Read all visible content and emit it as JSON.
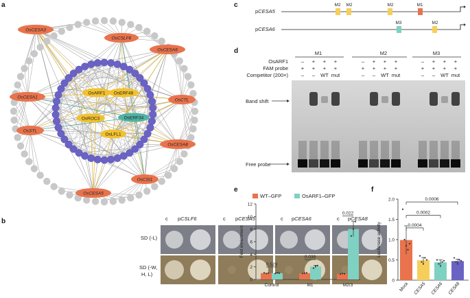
{
  "panels": {
    "a": "a",
    "b": "b",
    "c": "c",
    "d": "d",
    "e": "e",
    "f": "f"
  },
  "network": {
    "outer_genes": [
      "OsCESA3",
      "OsCSLF6",
      "OsCESA6",
      "OsCESA1",
      "OsCTL",
      "OsSTL",
      "OsCESA8",
      "OsCSI1",
      "OsCESA5"
    ],
    "inner_tfs": [
      "OsARF1",
      "OsERF48",
      "OsROC3",
      "OsERF34",
      "OsLFL1"
    ],
    "colors": {
      "gene": "#e8734d",
      "tf_yellow": "#f2c12e",
      "tf_teal": "#4fb3a5",
      "ring": "#6a63c4",
      "outer": "#c8c8c8"
    }
  },
  "panel_b": {
    "groups": [
      {
        "c": "c",
        "p": "p",
        "gene": "CSLF6"
      },
      {
        "c": "c",
        "p": "p",
        "gene": "CESA5"
      },
      {
        "c": "c",
        "p": "p",
        "gene": "CESA6"
      },
      {
        "c": "c",
        "p": "p",
        "gene": "CESA8"
      }
    ],
    "row1": "SD (-L)",
    "row2a": "SD (-W,",
    "row2b": "H, L)"
  },
  "panel_c": {
    "rows": [
      {
        "p": "p",
        "gene": "CESA5",
        "motifs": [
          "M2",
          "M2",
          "M2",
          "M1"
        ]
      },
      {
        "p": "p",
        "gene": "CESA6",
        "motifs": [
          "M3",
          "M2"
        ]
      }
    ]
  },
  "panel_d": {
    "groups": [
      "M1",
      "M2",
      "M3"
    ],
    "row_labels": [
      "OsARF1",
      "FAM probe",
      "Competitor (200×)"
    ],
    "lane_row1": [
      "–",
      "+",
      "+",
      "+"
    ],
    "lane_row2": [
      "+",
      "+",
      "+",
      "+"
    ],
    "lane_row3": [
      "–",
      "–",
      "WT",
      "mut"
    ],
    "band_shift": "Band shift",
    "free_probe": "Free probe"
  },
  "chart_data": [
    {
      "type": "bar",
      "legend": [
        "WT–GFP",
        "OsARF1–GFP"
      ],
      "legend_placement": "top",
      "categories": [
        "Control",
        "M1",
        "M2/3"
      ],
      "series": [
        {
          "name": "WT–GFP",
          "values": [
            1.0,
            1.0,
            0.9
          ],
          "color": "#e8734d"
        },
        {
          "name": "OsARF1–GFP",
          "values": [
            1.0,
            2.05,
            8.0
          ],
          "color": "#7fd1c2"
        }
      ],
      "pvalues": [
        "0.529",
        "0.039",
        "0.022"
      ],
      "ylabel": "Fold enrichment",
      "yticks": [
        0,
        2,
        4,
        6,
        8,
        10,
        12
      ],
      "ylim": [
        0,
        12
      ]
    },
    {
      "type": "bar",
      "categories": [
        "Mock",
        "CESA5",
        "CESA6",
        "CESA8"
      ],
      "values": [
        0.99,
        0.49,
        0.44,
        0.47
      ],
      "colors": [
        "#e8734d",
        "#f6cf5a",
        "#7fd1c2",
        "#6a63c4"
      ],
      "ylabel": "Luciferase activity",
      "yticks": [
        "0",
        "0.5",
        "1.0",
        "1.5",
        "2.0"
      ],
      "ylim": [
        0,
        2.0
      ],
      "pvalues": [
        "0.0006",
        "0.0002",
        "0.0004"
      ]
    }
  ]
}
